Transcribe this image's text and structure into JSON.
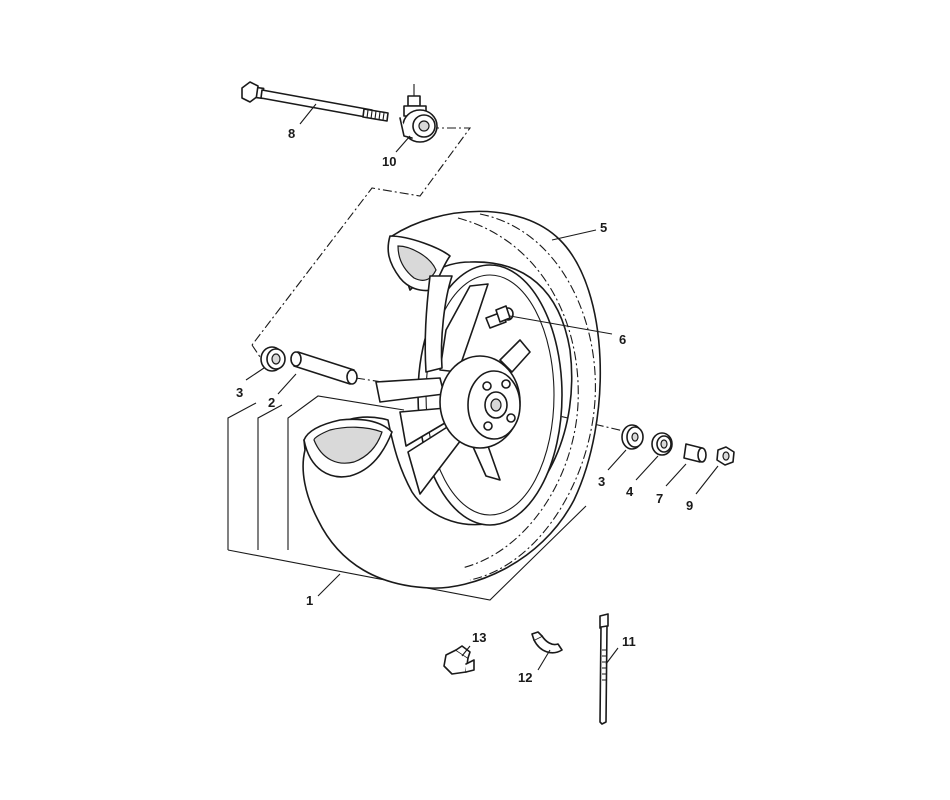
{
  "callouts": [
    {
      "id": "1",
      "label": "1"
    },
    {
      "id": "2",
      "label": "2"
    },
    {
      "id": "3a",
      "label": "3"
    },
    {
      "id": "3b",
      "label": "3"
    },
    {
      "id": "4",
      "label": "4"
    },
    {
      "id": "5",
      "label": "5"
    },
    {
      "id": "6",
      "label": "6"
    },
    {
      "id": "7",
      "label": "7"
    },
    {
      "id": "8",
      "label": "8"
    },
    {
      "id": "9",
      "label": "9"
    },
    {
      "id": "10",
      "label": "10"
    },
    {
      "id": "11",
      "label": "11"
    },
    {
      "id": "12",
      "label": "12"
    },
    {
      "id": "13",
      "label": "13"
    }
  ]
}
